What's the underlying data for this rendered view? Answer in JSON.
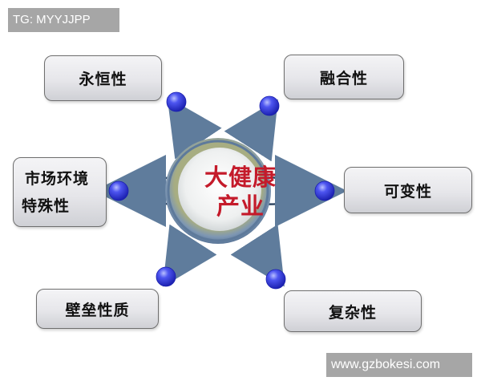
{
  "watermarks": {
    "top": "TG: MYYJJPP",
    "bottom": "www.gzbokesi.com"
  },
  "center": {
    "line1": "大健康",
    "line2": "产业",
    "text_color": "#c41a2a"
  },
  "nodes": [
    {
      "id": "top-left",
      "label": "永恒性"
    },
    {
      "id": "top-right",
      "label": "融合性"
    },
    {
      "id": "left",
      "label_line1": "市场环境",
      "label_line2": "特殊性"
    },
    {
      "id": "right",
      "label": "可变性"
    },
    {
      "id": "bottom-left",
      "label": "壁垒性质"
    },
    {
      "id": "bottom-right",
      "label": "复杂性"
    }
  ],
  "colors": {
    "sphere": "#2f35e0",
    "arrow": "#7f99b5",
    "ring_outer": "#6f8aa8",
    "ring_inner": "#9aa27a"
  }
}
